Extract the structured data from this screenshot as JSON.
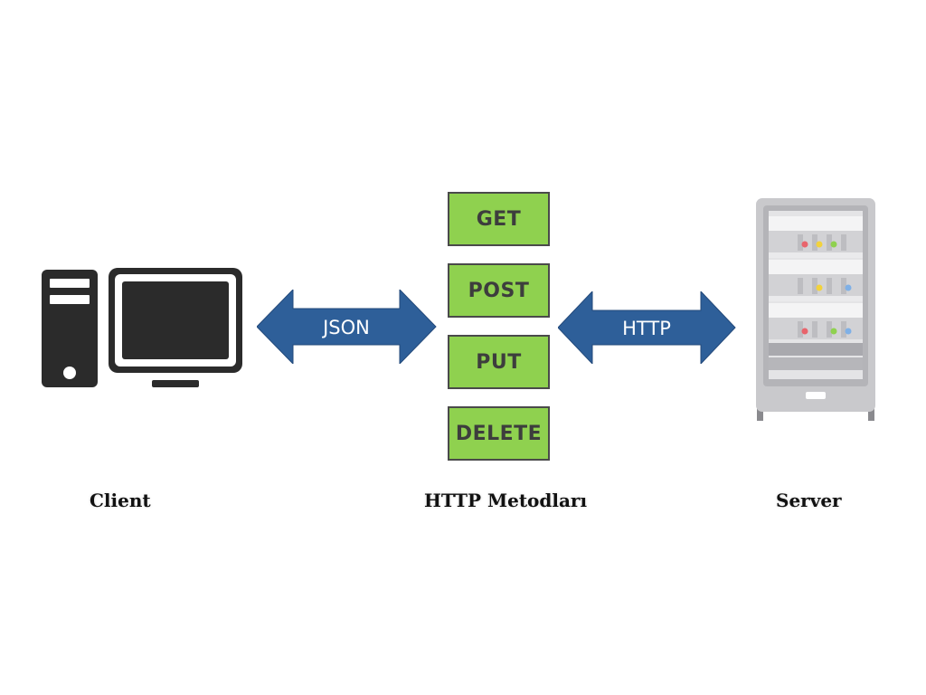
{
  "methods": {
    "get": "GET",
    "post": "POST",
    "put": "PUT",
    "delete": "DELETE"
  },
  "arrows": {
    "left_label": "JSON",
    "right_label": "HTTP"
  },
  "captions": {
    "client": "Client",
    "methods": "HTTP Metodları",
    "server": "Server"
  },
  "colors": {
    "method_fill": "#8fd14f",
    "method_border": "#4a4a4a",
    "arrow_fill": "#2e5f99",
    "computer": "#2b2b2b",
    "server_body": "#c9c9cc"
  },
  "icons": {
    "client": "desktop-computer-icon",
    "server": "server-rack-icon"
  }
}
